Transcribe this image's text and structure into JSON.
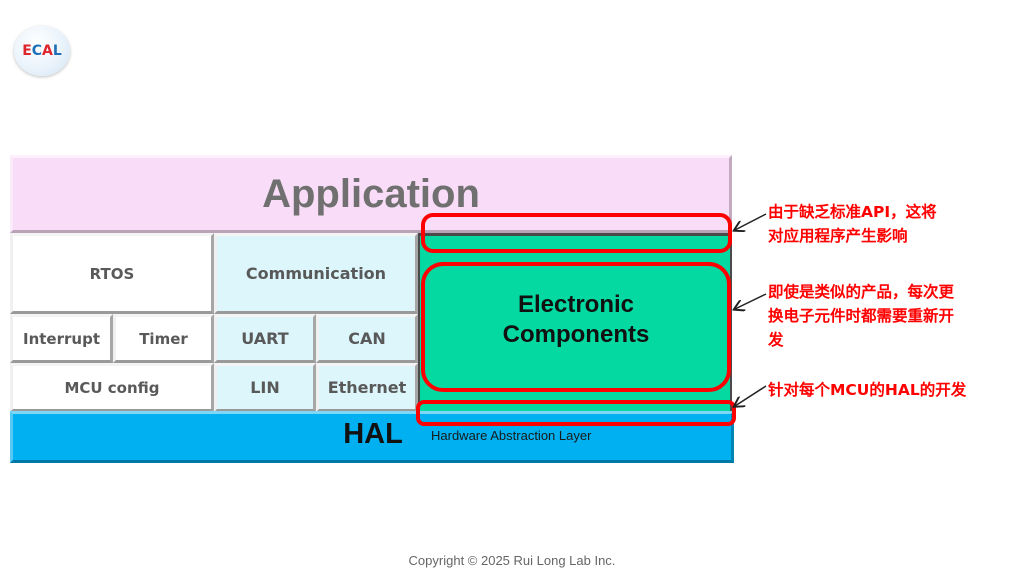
{
  "logo": {
    "letters": [
      "E",
      "C",
      "A",
      "L"
    ],
    "colors": {
      "red": "#e0242b",
      "blue": "#1d6fb8"
    }
  },
  "diagram": {
    "application": "Application",
    "rtos": "RTOS",
    "communication": "Communication",
    "interrupt": "Interrupt",
    "timer": "Timer",
    "uart": "UART",
    "can": "CAN",
    "mcu_config": "MCU config",
    "lin": "LIN",
    "ethernet": "Ethernet",
    "electronic_components_line1": "Electronic",
    "electronic_components_line2": "Components",
    "hal": "HAL",
    "hal_full": "Hardware Abstraction Layer"
  },
  "annotations": {
    "api_line1": "由于缺乏标准API，这将",
    "api_line2": "对应用程序产生影响",
    "components_line1": "即使是类似的产品，每次更",
    "components_line2": "换电子元件时都需要重新开",
    "components_line3": "发",
    "hal_note": "针对每个MCU的HAL的开发"
  },
  "colors": {
    "application_bg": "#f9dcf7",
    "communication_bg": "#dcf6fb",
    "components_bg": "#04d9a2",
    "hal_bg": "#00b0f0",
    "highlight": "#ff0000"
  },
  "footer": {
    "copyright": "Copyright © 2025 Rui Long Lab Inc."
  }
}
